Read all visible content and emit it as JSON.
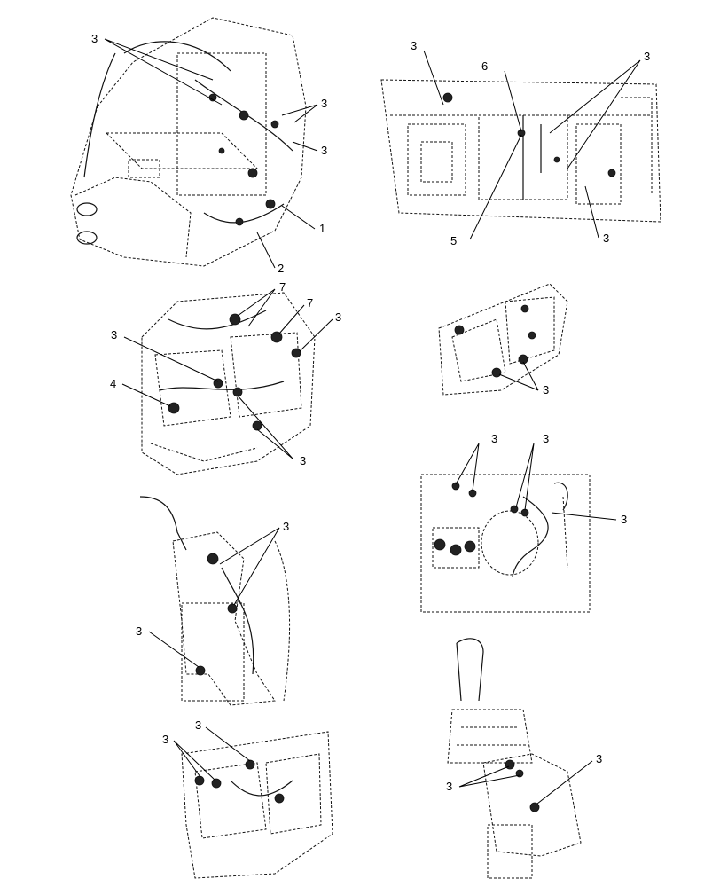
{
  "callouts": {
    "v1": [
      "3",
      "3",
      "3",
      "1",
      "2"
    ],
    "v2": [
      "3",
      "6",
      "3",
      "5",
      "3"
    ],
    "v3": [
      "7",
      "7",
      "3",
      "3",
      "4",
      "3"
    ],
    "v4": [
      "3"
    ],
    "v5": [
      "3",
      "3",
      "3"
    ],
    "v6": [
      "3",
      "3"
    ],
    "v7": [
      "3",
      "3"
    ],
    "v8": [
      "3",
      "3"
    ]
  }
}
